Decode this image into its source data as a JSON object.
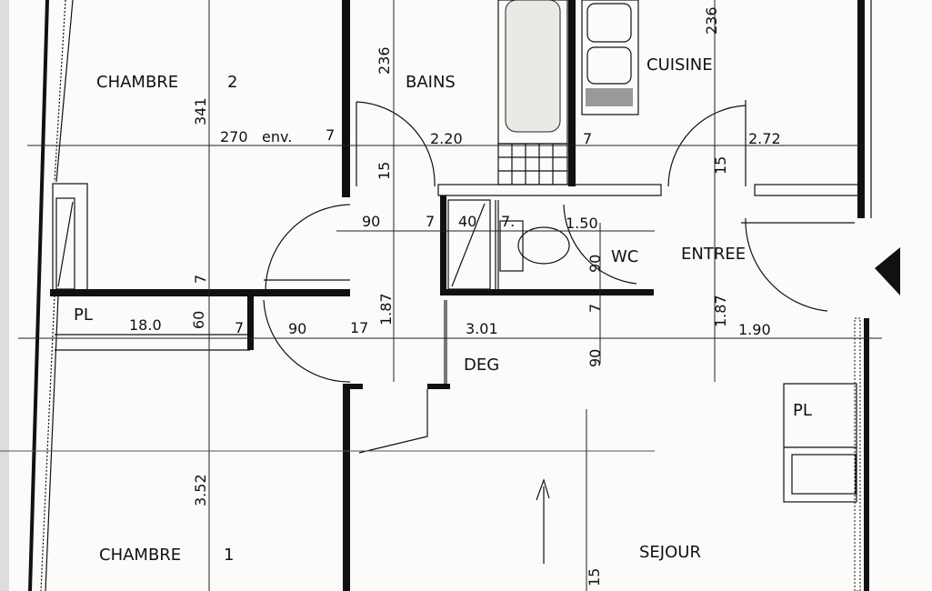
{
  "rooms": {
    "chambre2": "CHAMBRE",
    "chambre2_num": "2",
    "bains": "BAINS",
    "cuisine": "CUISINE",
    "wc": "WC",
    "entree": "ENTREE",
    "deg": "DEG",
    "sejour": "SEJOUR",
    "chambre1": "CHAMBRE",
    "chambre1_num": "1",
    "pl_left": "PL",
    "pl_right": "PL"
  },
  "dimensions": {
    "ch2_depth": "341",
    "ch2_width": "270",
    "ch2_width_note": "env.",
    "wall_7_a": "7",
    "bains_height": "236",
    "bains_width": "2.20",
    "wall_7_b": "7",
    "cuisine_height": "236",
    "cuisine_width": "2.72",
    "wall_15_a": "15",
    "wall_15_b": "15",
    "door_90_a": "90",
    "wall_7_c": "7",
    "wc_40": "40",
    "wall_7_d": "7.",
    "wc_150": "1.50",
    "wc_90": "90",
    "wall_7_e": "7",
    "pl_180": "18.0",
    "pl_60": "60",
    "wall_7_f": "7",
    "door_90_b": "90",
    "wall_17": "17",
    "deg_187": "1.87",
    "deg_301": "3.01",
    "entree_187": "1.87",
    "entree_190": "1.90",
    "deg_90": "90",
    "ch1_352": "3.52",
    "sejour_15": "15",
    "wall_7_g": "7"
  }
}
